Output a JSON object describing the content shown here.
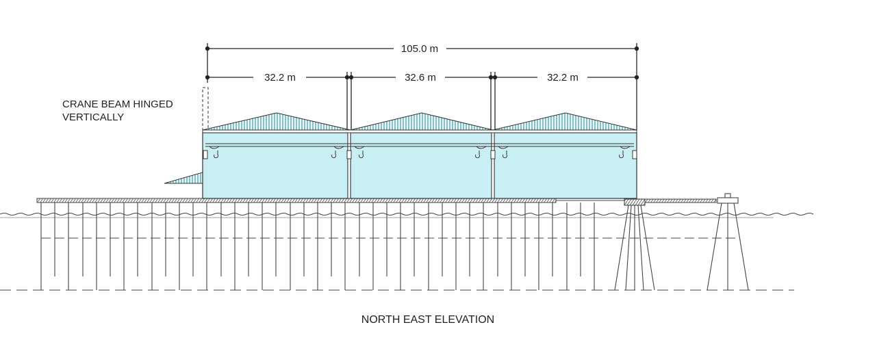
{
  "drawing": {
    "title": "NORTH EAST ELEVATION",
    "note_line1": "CRANE BEAM HINGED",
    "note_line2": "VERTICALLY",
    "overall_dimension": "105.0 m",
    "bay_dimensions": [
      "32.2 m",
      "32.6 m",
      "32.2 m"
    ],
    "colors": {
      "building_fill": "#c8f0f4",
      "roof_stripe": "#4a9aa6",
      "line": "#333333"
    }
  }
}
